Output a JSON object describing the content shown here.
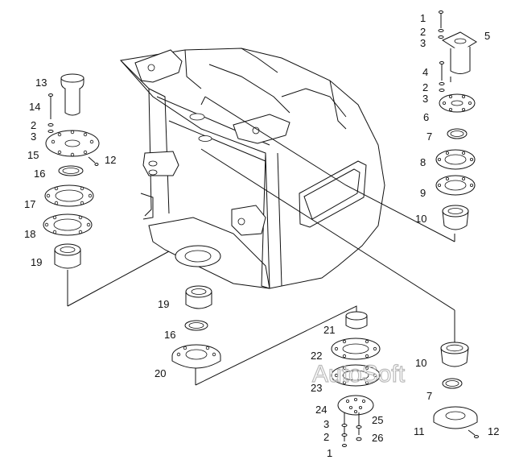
{
  "watermark": "AutoSoft",
  "callouts": {
    "n1a": "1",
    "n2a": "2",
    "n3a": "3",
    "n5": "5",
    "n4": "4",
    "n2b": "2",
    "n3b": "3",
    "n6": "6",
    "n7a": "7",
    "n8": "8",
    "n9": "9",
    "n10a": "10",
    "n13": "13",
    "n14": "14",
    "n2c": "2",
    "n3c": "3",
    "n15": "15",
    "n12a": "12",
    "n16a": "16",
    "n17": "17",
    "n18": "18",
    "n19a": "19",
    "n19b": "19",
    "n16b": "16",
    "n20": "20",
    "n21": "21",
    "n22": "22",
    "n23": "23",
    "n24": "24",
    "n3d": "3",
    "n25": "25",
    "n2d": "2",
    "n26": "26",
    "n1b": "1",
    "n10b": "10",
    "n7b": "7",
    "n11": "11",
    "n12b": "12"
  }
}
